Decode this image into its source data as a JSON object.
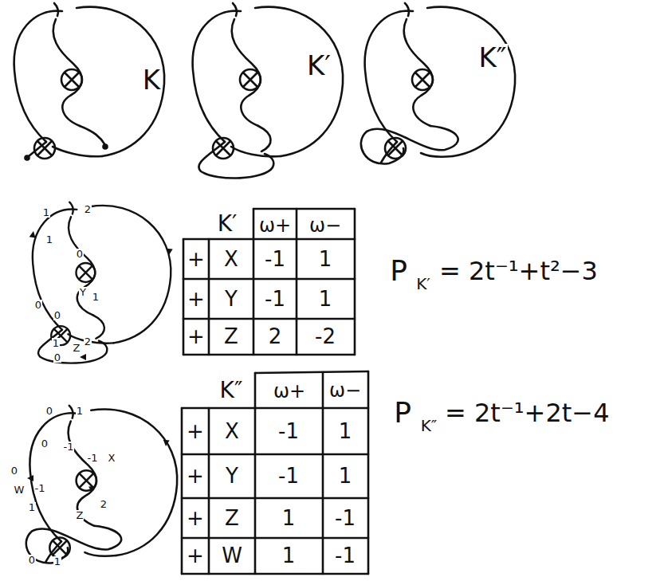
{
  "diagram": {
    "labels": [
      "K",
      "K′",
      "K″",
      "1",
      "2",
      "1",
      "0",
      "0",
      "Y",
      "1",
      "0",
      "1",
      "0",
      "Z",
      "2",
      "0",
      "1",
      "0",
      "-1",
      "0",
      "X",
      "-1",
      "W",
      "-1",
      "1",
      "Z",
      "2",
      "0",
      "1",
      "K′",
      "ω+",
      "ω−",
      "+",
      "X",
      "-1",
      "1",
      "+",
      "Y",
      "-1",
      "1",
      "+",
      "Z",
      "2",
      "-2",
      "P",
      "K′",
      "= 2t⁻¹+t²−3",
      "K″",
      "ω+",
      "ω−",
      "+",
      "X",
      "-1",
      "1",
      "+",
      "Y",
      "-1",
      "1",
      "+",
      "Z",
      "1",
      "-1",
      "+",
      "W",
      "1",
      "-1",
      "P",
      "K″",
      "= 2t⁻¹+2t−4"
    ]
  }
}
